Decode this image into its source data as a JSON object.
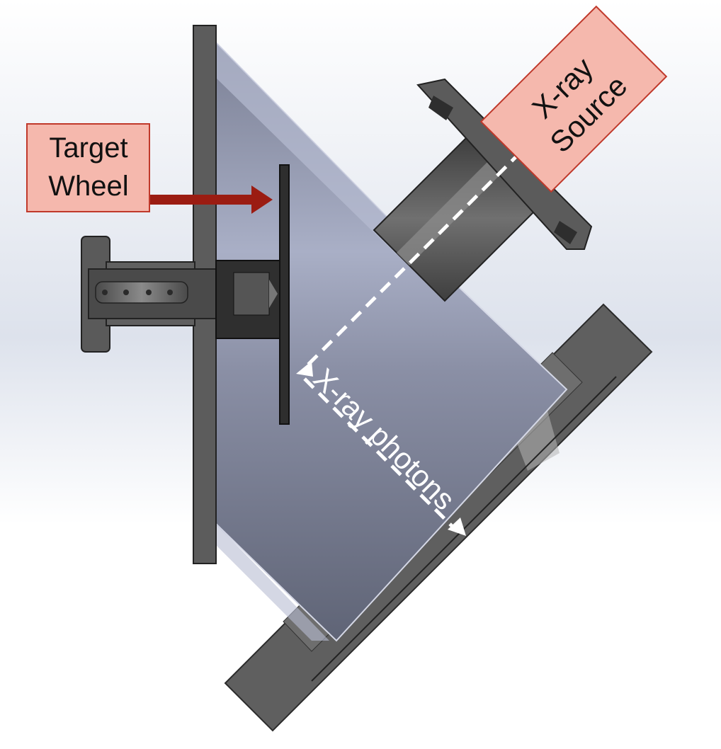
{
  "labels": {
    "target_wheel": [
      "Target",
      "Wheel"
    ],
    "xray_source": [
      "X-ray",
      "Source"
    ],
    "xray_photons": "X-ray photons"
  },
  "colors": {
    "label_fill": "#f5b8ad",
    "label_border": "#c0392b",
    "arrow": "#9b1c12",
    "chamber_light": "#aab0c8",
    "chamber_dark": "#6a6f82",
    "metal": "#5d5d5d",
    "metal_dark": "#3c3c3c",
    "wheel": "#333333",
    "dashed": "#ffffff"
  }
}
